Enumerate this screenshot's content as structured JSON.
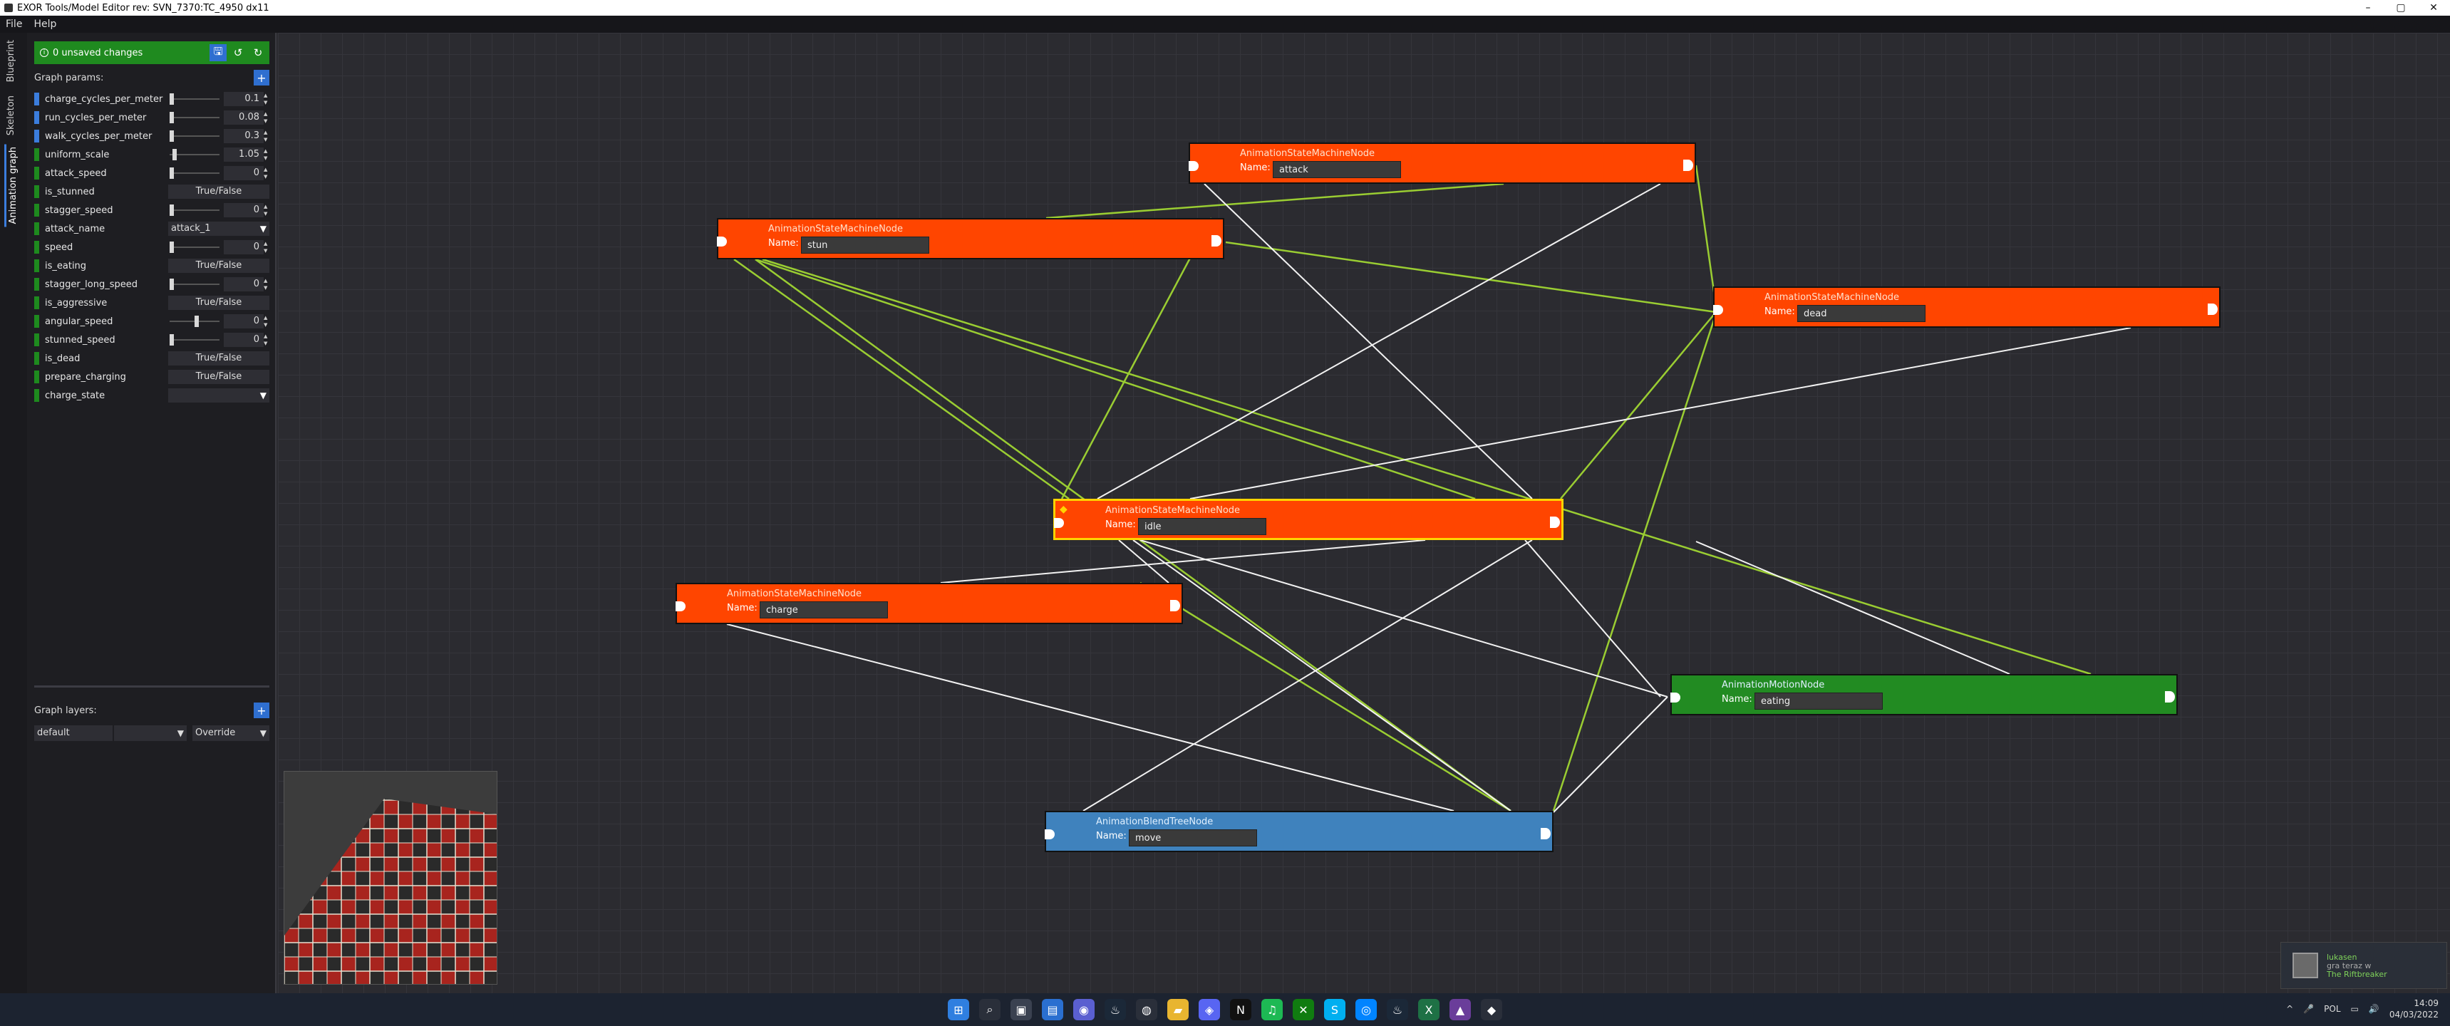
{
  "window": {
    "title": "EXOR Tools/Model Editor rev: SVN_7370:TC_4950 dx11",
    "controls": [
      "–",
      "▢",
      "✕"
    ]
  },
  "menu": [
    "File",
    "Help"
  ],
  "side_tabs": [
    "Blueprint",
    "Skeleton",
    "Animation graph"
  ],
  "unsaved": {
    "text": "0 unsaved changes",
    "save_icon": "floppy-icon",
    "undo_icon": "undo-icon",
    "redo_icon": "redo-icon"
  },
  "graph_params_label": "Graph params:",
  "params": [
    {
      "name": "charge_cycles_per_meter",
      "kind": "float",
      "value": "0.1",
      "color": "#3b7ddd",
      "level": 0.0
    },
    {
      "name": "run_cycles_per_meter",
      "kind": "float",
      "value": "0.08",
      "color": "#3b7ddd",
      "level": 0.0
    },
    {
      "name": "walk_cycles_per_meter",
      "kind": "float",
      "value": "0.3",
      "color": "#3b7ddd",
      "level": 0.0
    },
    {
      "name": "uniform_scale",
      "kind": "float",
      "value": "1.05",
      "color": "#1e8a1e",
      "level": 0.05
    },
    {
      "name": "attack_speed",
      "kind": "float",
      "value": "0",
      "color": "#1e8a1e",
      "level": 0.0
    },
    {
      "name": "is_stunned",
      "kind": "bool",
      "value": "True/False",
      "color": "#1e8a1e"
    },
    {
      "name": "stagger_speed",
      "kind": "float",
      "value": "0",
      "color": "#1e8a1e",
      "level": 0.0
    },
    {
      "name": "attack_name",
      "kind": "select",
      "value": "attack_1",
      "color": "#1e8a1e"
    },
    {
      "name": "speed",
      "kind": "float",
      "value": "0",
      "color": "#1e8a1e",
      "level": 0.0
    },
    {
      "name": "is_eating",
      "kind": "bool",
      "value": "True/False",
      "color": "#1e8a1e"
    },
    {
      "name": "stagger_long_speed",
      "kind": "float",
      "value": "0",
      "color": "#1e8a1e",
      "level": 0.0
    },
    {
      "name": "is_aggressive",
      "kind": "bool",
      "value": "True/False",
      "color": "#1e8a1e"
    },
    {
      "name": "angular_speed",
      "kind": "float",
      "value": "0",
      "color": "#1e8a1e",
      "level": 0.5
    },
    {
      "name": "stunned_speed",
      "kind": "float",
      "value": "0",
      "color": "#1e8a1e",
      "level": 0.0
    },
    {
      "name": "is_dead",
      "kind": "bool",
      "value": "True/False",
      "color": "#1e8a1e"
    },
    {
      "name": "prepare_charging",
      "kind": "bool",
      "value": "True/False",
      "color": "#1e8a1e"
    },
    {
      "name": "charge_state",
      "kind": "select",
      "value": "",
      "color": "#1e8a1e"
    }
  ],
  "graph_layers_label": "Graph layers:",
  "layers": {
    "name": "default",
    "selector": "",
    "mode": "Override"
  },
  "nodes": [
    {
      "id": "attack",
      "type": "AnimationStateMachineNode",
      "name_label": "Name:",
      "name": "attack",
      "kind": "sm"
    },
    {
      "id": "stun",
      "type": "AnimationStateMachineNode",
      "name_label": "Name:",
      "name": "stun",
      "kind": "sm"
    },
    {
      "id": "dead",
      "type": "AnimationStateMachineNode",
      "name_label": "Name:",
      "name": "dead",
      "kind": "sm"
    },
    {
      "id": "idle",
      "type": "AnimationStateMachineNode",
      "name_label": "Name:",
      "name": "idle",
      "kind": "sm",
      "selected": true
    },
    {
      "id": "charge",
      "type": "AnimationStateMachineNode",
      "name_label": "Name:",
      "name": "charge",
      "kind": "sm"
    },
    {
      "id": "eating",
      "type": "AnimationMotionNode",
      "name_label": "Name:",
      "name": "eating",
      "kind": "motion"
    },
    {
      "id": "move",
      "type": "AnimationBlendTreeNode",
      "name_label": "Name:",
      "name": "move",
      "kind": "blend"
    }
  ],
  "link_colors": {
    "green": "#9acd32",
    "white": "#f2f2f2"
  },
  "taskbar_icons": [
    "windows-icon",
    "search-icon",
    "taskview-icon",
    "widgets-icon",
    "chat-icon",
    "steam-icon",
    "chrome-icon",
    "explorer-icon",
    "discord-icon",
    "netflix-icon",
    "spotify-icon",
    "xbox-icon",
    "skype-icon",
    "messenger-icon",
    "steam2-icon",
    "excel-icon",
    "editor-icon",
    "exor-icon"
  ],
  "tray": {
    "lang": "POL",
    "time": "14:09",
    "date": "04/03/2022"
  },
  "notification": {
    "user": "lukasen",
    "line2": "gra teraz w",
    "game": "The Riftbreaker"
  }
}
